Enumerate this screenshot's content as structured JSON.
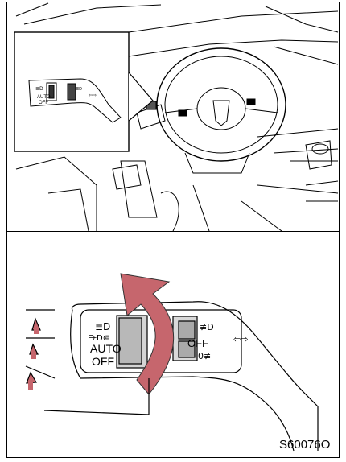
{
  "figure": {
    "code": "S60076O"
  },
  "switch": {
    "auto_label": "AUTO",
    "off_label": "OFF",
    "fog_off_label": "OFF"
  },
  "inset": {
    "auto_label": "AUTO",
    "off_label": "OFF"
  },
  "colors": {
    "arrow": "#c6666d",
    "line": "#000000",
    "background": "#ffffff"
  }
}
